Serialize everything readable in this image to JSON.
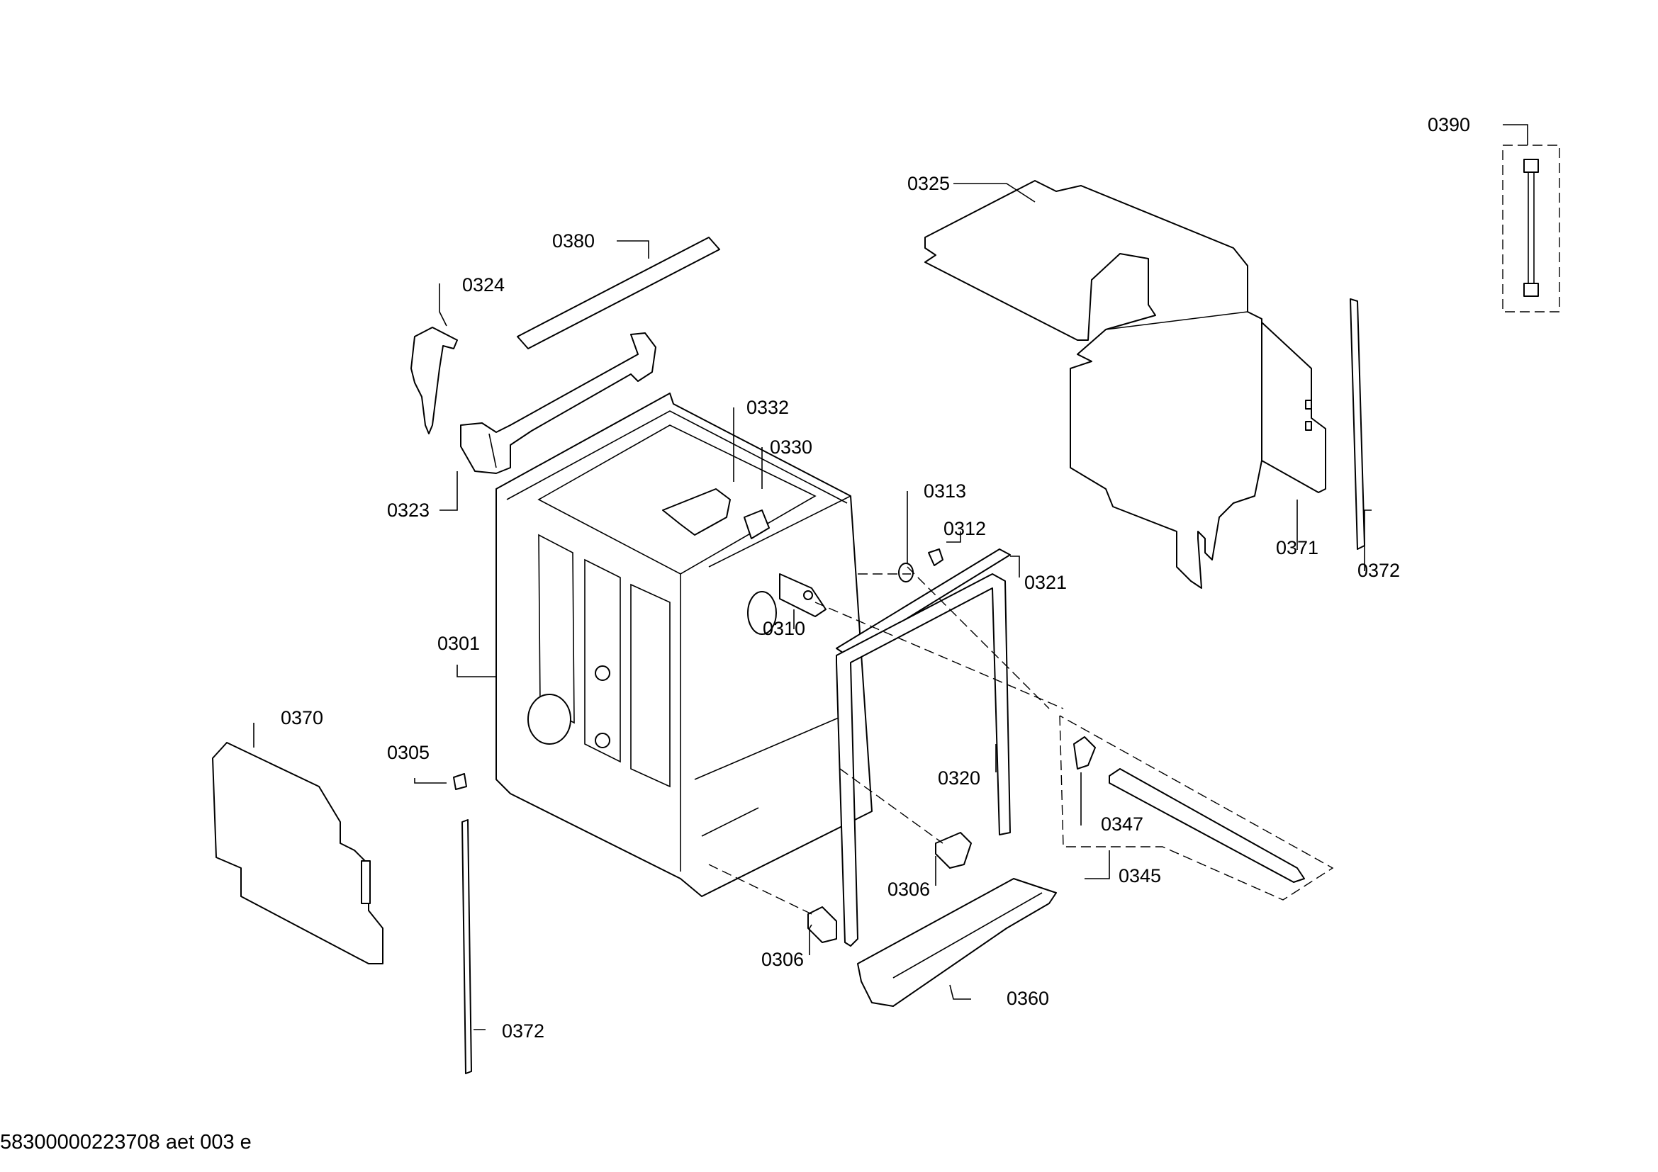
{
  "labels": {
    "p0390": "0390",
    "p0325": "0325",
    "p0380": "0380",
    "p0324": "0324",
    "p0332": "0332",
    "p0330": "0330",
    "p0323": "0323",
    "p0313": "0313",
    "p0312": "0312",
    "p0321": "0321",
    "p0371": "0371",
    "p0372_right": "0372",
    "p0310": "0310",
    "p0301": "0301",
    "p0370": "0370",
    "p0305": "0305",
    "p0320": "0320",
    "p0347": "0347",
    "p0306_right": "0306",
    "p0345": "0345",
    "p0306_bottom": "0306",
    "p0360": "0360",
    "p0372_bottom": "0372"
  },
  "footer": {
    "document_id": "58300000223708 aet 003 e"
  }
}
